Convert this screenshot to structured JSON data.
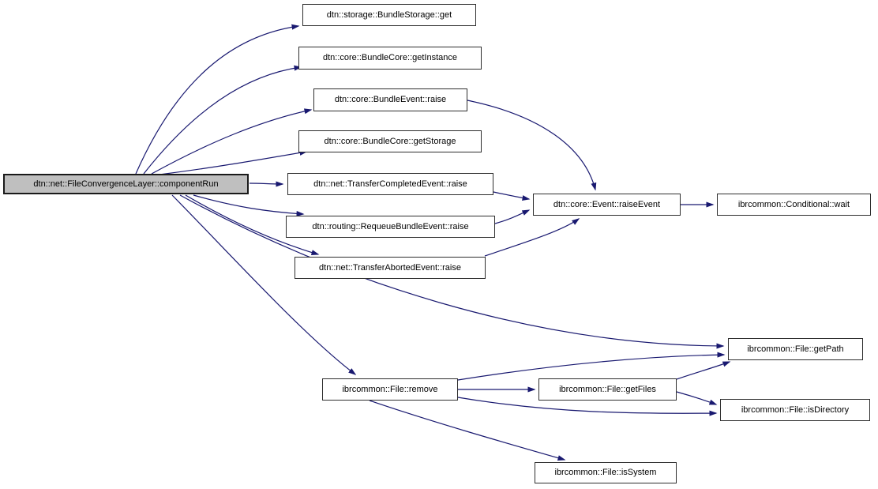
{
  "diagram": {
    "kind": "doxygen-call-graph",
    "colors": {
      "edge": "#191970",
      "node_fill": "#ffffff",
      "root_fill": "#bfbfbf",
      "border": "#2e2e2e",
      "text": "#000000",
      "background": "#ffffff"
    },
    "root_id": "componentRun",
    "nodes": [
      {
        "id": "componentRun",
        "label": "dtn::net::FileConvergenceLayer::componentRun",
        "highlighted": true
      },
      {
        "id": "bundleStorageGet",
        "label": "dtn::storage::BundleStorage::get"
      },
      {
        "id": "getInstance",
        "label": "dtn::core::BundleCore::getInstance"
      },
      {
        "id": "bundleEventRaise",
        "label": "dtn::core::BundleEvent::raise"
      },
      {
        "id": "getStorage",
        "label": "dtn::core::BundleCore::getStorage"
      },
      {
        "id": "transferCompleted",
        "label": "dtn::net::TransferCompletedEvent::raise"
      },
      {
        "id": "requeueBundle",
        "label": "dtn::routing::RequeueBundleEvent::raise"
      },
      {
        "id": "transferAborted",
        "label": "dtn::net::TransferAbortedEvent::raise"
      },
      {
        "id": "raiseEvent",
        "label": "dtn::core::Event::raiseEvent"
      },
      {
        "id": "conditionalWait",
        "label": "ibrcommon::Conditional::wait"
      },
      {
        "id": "fileGetPath",
        "label": "ibrcommon::File::getPath"
      },
      {
        "id": "fileRemove",
        "label": "ibrcommon::File::remove"
      },
      {
        "id": "fileGetFiles",
        "label": "ibrcommon::File::getFiles"
      },
      {
        "id": "fileIsDirectory",
        "label": "ibrcommon::File::isDirectory"
      },
      {
        "id": "fileIsSystem",
        "label": "ibrcommon::File::isSystem"
      }
    ],
    "edges": [
      {
        "from": "componentRun",
        "to": "bundleStorageGet"
      },
      {
        "from": "componentRun",
        "to": "getInstance"
      },
      {
        "from": "componentRun",
        "to": "bundleEventRaise"
      },
      {
        "from": "componentRun",
        "to": "getStorage"
      },
      {
        "from": "componentRun",
        "to": "transferCompleted"
      },
      {
        "from": "componentRun",
        "to": "requeueBundle"
      },
      {
        "from": "componentRun",
        "to": "transferAborted"
      },
      {
        "from": "componentRun",
        "to": "fileGetPath"
      },
      {
        "from": "componentRun",
        "to": "fileRemove"
      },
      {
        "from": "bundleEventRaise",
        "to": "raiseEvent"
      },
      {
        "from": "transferCompleted",
        "to": "raiseEvent"
      },
      {
        "from": "requeueBundle",
        "to": "raiseEvent"
      },
      {
        "from": "transferAborted",
        "to": "raiseEvent"
      },
      {
        "from": "raiseEvent",
        "to": "conditionalWait"
      },
      {
        "from": "fileRemove",
        "to": "fileGetPath"
      },
      {
        "from": "fileRemove",
        "to": "fileGetFiles"
      },
      {
        "from": "fileRemove",
        "to": "fileIsDirectory"
      },
      {
        "from": "fileRemove",
        "to": "fileIsSystem"
      },
      {
        "from": "fileGetFiles",
        "to": "fileGetPath"
      },
      {
        "from": "fileGetFiles",
        "to": "fileIsDirectory"
      }
    ]
  }
}
